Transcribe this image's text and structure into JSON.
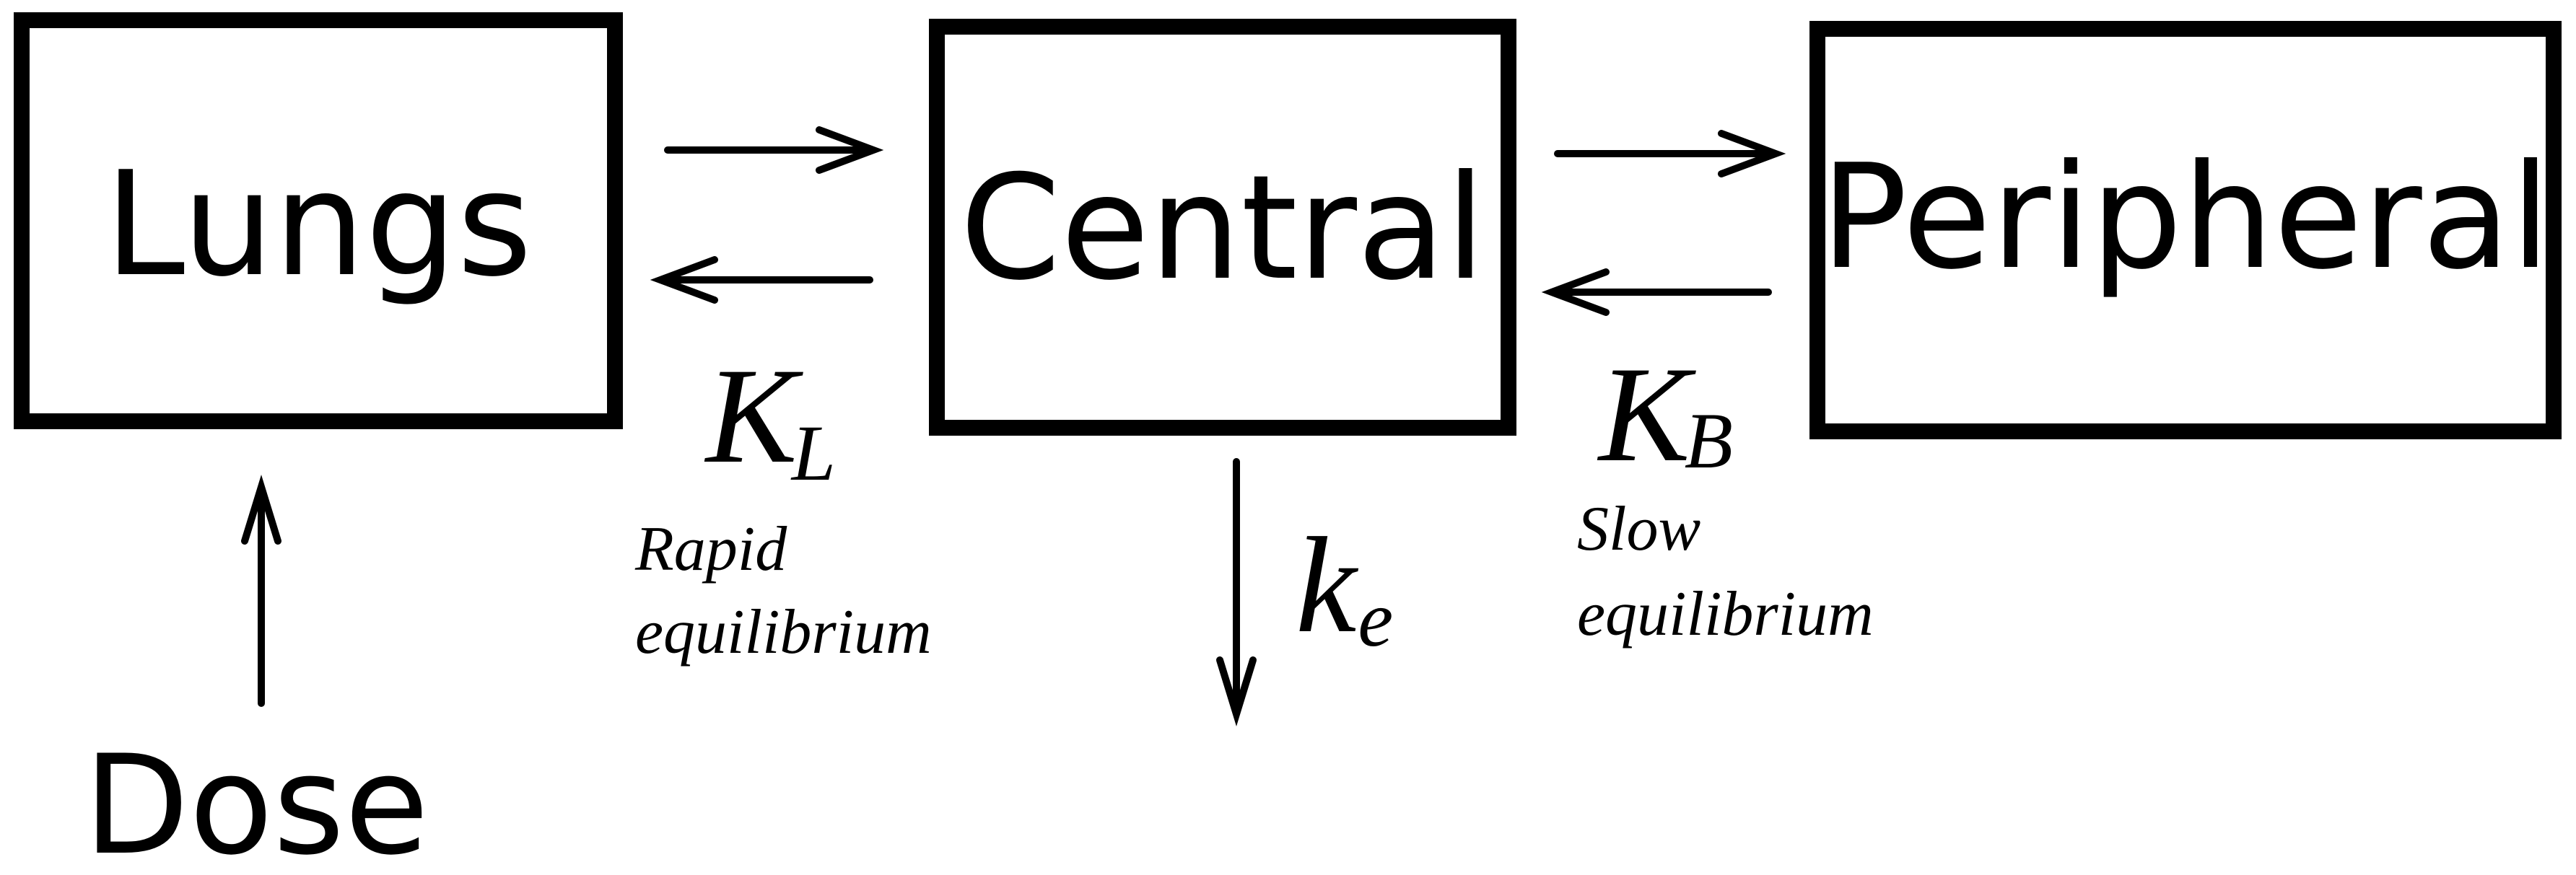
{
  "compartments": {
    "lungs": "Lungs",
    "central": "Central",
    "peripheral": "Peripheral"
  },
  "dose": "Dose",
  "rates": {
    "kl": {
      "symbol": "K",
      "subscript": "L",
      "note_line1": "Rapid",
      "note_line2": "equilibrium"
    },
    "kb": {
      "symbol": "K",
      "subscript": "B",
      "note_line1": "Slow",
      "note_line2": "equilibrium"
    },
    "ke": {
      "symbol": "k",
      "subscript": "e"
    }
  },
  "colors": {
    "stroke": "#000000",
    "background": "#ffffff"
  }
}
